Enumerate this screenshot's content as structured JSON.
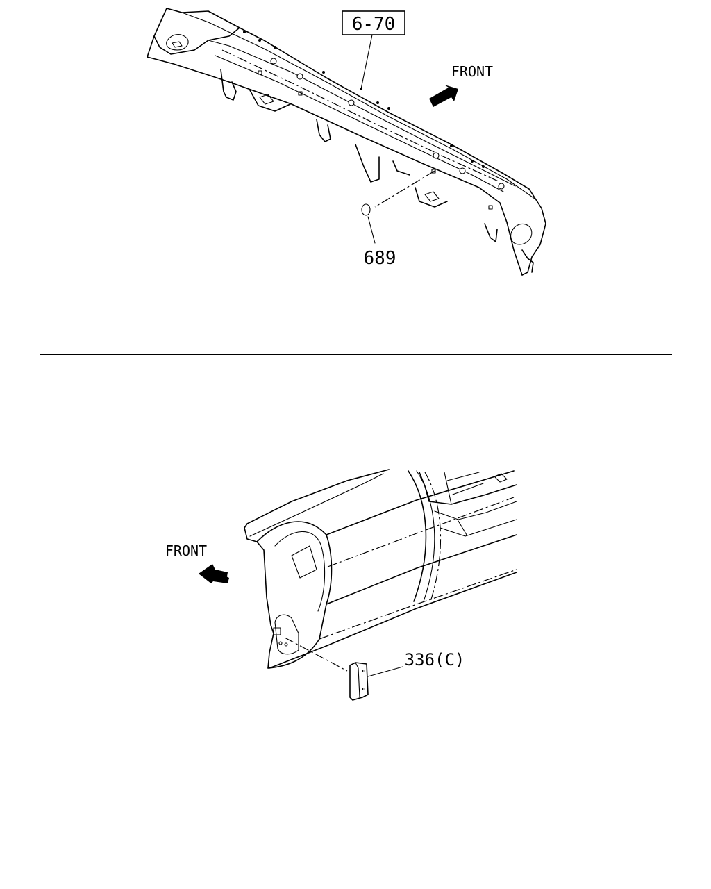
{
  "top_figure": {
    "ref_box": "6-70",
    "part_label": "689",
    "direction_label": "FRONT"
  },
  "bottom_figure": {
    "part_label": "336(C)",
    "direction_label": "FRONT"
  },
  "colors": {
    "line": "#000000",
    "background": "#ffffff"
  }
}
